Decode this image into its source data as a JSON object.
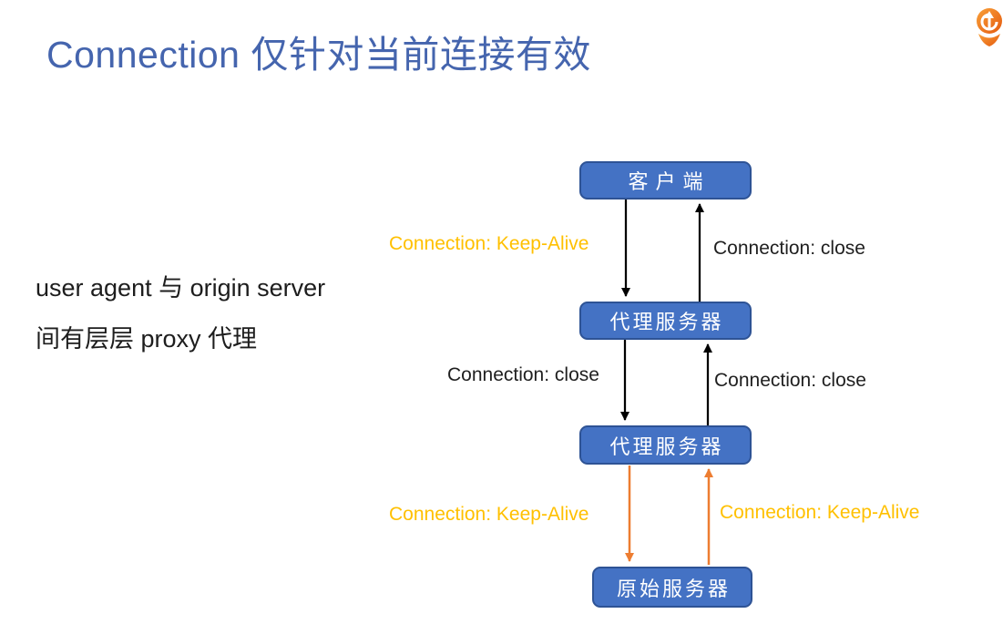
{
  "page": {
    "title": "Connection 仅针对当前连接有效",
    "note": {
      "line1": "user agent 与 origin server",
      "line2": "间有层层 proxy 代理"
    },
    "logo_icon": "orange-pin-arrow-logo"
  },
  "colors": {
    "background": "#FFFFFF",
    "title_text": "#4565AE",
    "box_fill": "#4472C4",
    "box_border": "#2E5395",
    "box_text": "#FFFFFF",
    "label_orange": "#FFC000",
    "label_black": "#1F1F1F",
    "arrow_black": "#000000",
    "arrow_orange": "#ED7D31",
    "logo_orange_light": "#F9A13A",
    "logo_orange_dark": "#E45A0E"
  },
  "diagram": {
    "nodes": [
      {
        "id": "client",
        "label": "客户端"
      },
      {
        "id": "proxy1",
        "label": "代理服务器"
      },
      {
        "id": "proxy2",
        "label": "代理服务器"
      },
      {
        "id": "origin",
        "label": "原始服务器"
      }
    ],
    "edges": [
      {
        "from": "client",
        "to": "proxy1",
        "direction": "down",
        "label": "Connection: Keep-Alive",
        "label_color": "orange",
        "arrow_color": "black"
      },
      {
        "from": "proxy1",
        "to": "client",
        "direction": "up",
        "label": "Connection: close",
        "label_color": "black",
        "arrow_color": "black"
      },
      {
        "from": "proxy1",
        "to": "proxy2",
        "direction": "down",
        "label": "Connection: close",
        "label_color": "black",
        "arrow_color": "black"
      },
      {
        "from": "proxy2",
        "to": "proxy1",
        "direction": "up",
        "label": "Connection: close",
        "label_color": "black",
        "arrow_color": "black"
      },
      {
        "from": "proxy2",
        "to": "origin",
        "direction": "down",
        "label": "Connection: Keep-Alive",
        "label_color": "orange",
        "arrow_color": "orange"
      },
      {
        "from": "origin",
        "to": "proxy2",
        "direction": "up",
        "label": "Connection: Keep-Alive",
        "label_color": "orange",
        "arrow_color": "orange"
      }
    ]
  }
}
